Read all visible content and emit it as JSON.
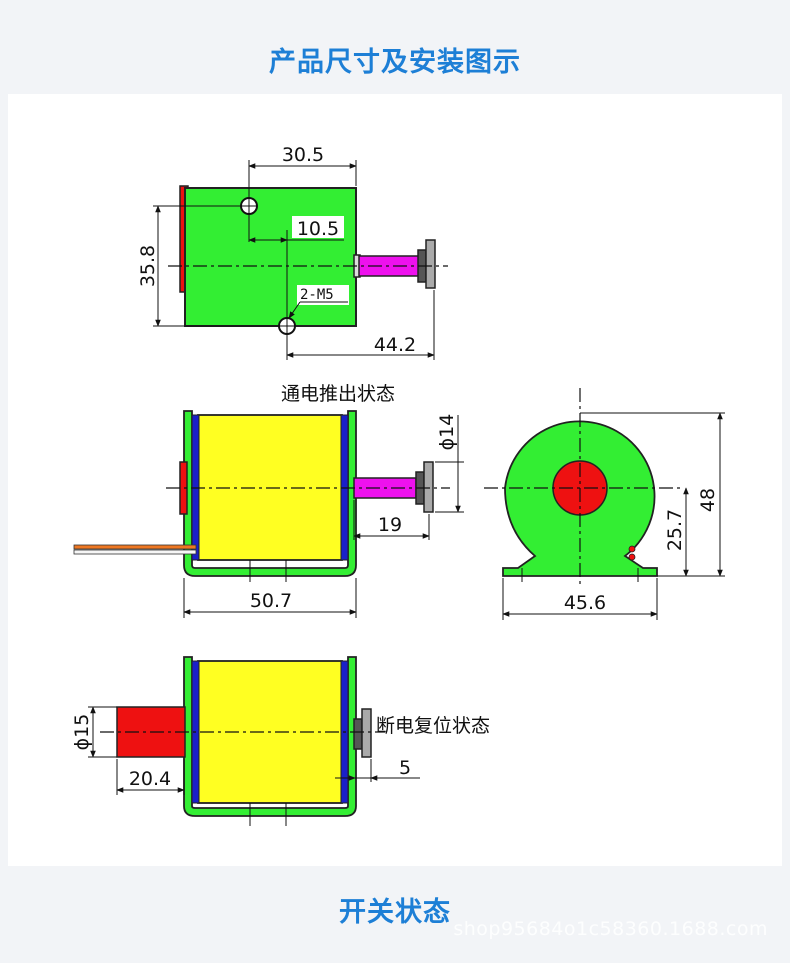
{
  "header": {
    "title": "产品尺寸及安装图示"
  },
  "footer": {
    "title": "开关状态",
    "watermark": "shop95684o1c58360.1688.com"
  },
  "dimensions": {
    "top_width": "30.5",
    "top_hole_offset": "10.5",
    "top_height": "35.8",
    "top_thread": "2-M5",
    "top_total": "44.2",
    "side_plunger_dia": "ϕ14",
    "side_stroke": "19",
    "side_body_length": "50.7",
    "end_height": "48",
    "end_center_height": "25.7",
    "end_width": "45.6",
    "bottom_dia": "ϕ15",
    "bottom_tail": "20.4",
    "bottom_gap": "5"
  },
  "labels": {
    "energized": "通电推出状态",
    "deenergized": "断电复位状态"
  },
  "colors": {
    "title": "#1d7fd6",
    "body_green": "#33ee33",
    "coil_yellow": "#ffff22",
    "plunger_magenta": "#ee11ee",
    "tail_red": "#ee1111",
    "band_blue": "#1a20c8"
  }
}
